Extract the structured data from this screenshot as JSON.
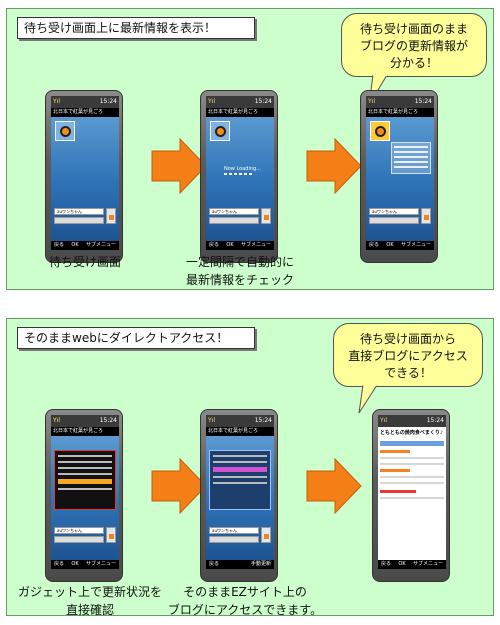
{
  "panel1": {
    "title": "待ち受け画面上に最新情報を表示！",
    "bubble": [
      "待ち受け画面のまま",
      "ブログの更新情報が",
      "分かる！"
    ],
    "captions": {
      "step1": "待ち受け画面",
      "step2_line1": "一定間隔で自動的に",
      "step2_line2": "最新情報をチェック"
    }
  },
  "panel2": {
    "title": "そのままwebにダイレクトアクセス！",
    "bubble": [
      "待ち受け画面から",
      "直接ブログにアクセス",
      "できる！"
    ],
    "captions": {
      "step1_line1": "ガジェット上で更新状況を",
      "step1_line2": "直接確認",
      "step2_line1": "そのままEZサイト上の",
      "step2_line2": "ブログにアクセスできます。"
    }
  },
  "phone": {
    "titlebar": "北日本で紅葉が見ごろ",
    "search_text": "auワンちゃん",
    "loading_text": "Now Loading...",
    "softkey_left": "戻る",
    "softkey_center": "OK",
    "softkey_right": "サブメニュー",
    "softkey_right_alt": "手動更新",
    "web_title": "ともともの焼肉食べまくり♪",
    "clock": "15:24"
  },
  "colors": {
    "panel_bg": "#ccffcc",
    "bubble_bg": "#ffff99",
    "arrow": "#f57f17"
  }
}
